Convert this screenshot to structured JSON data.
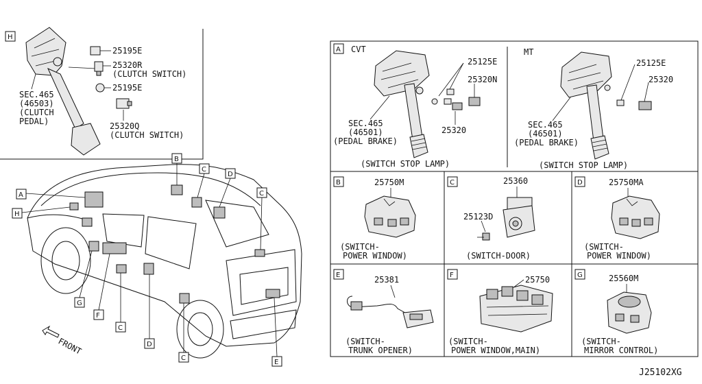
{
  "diagram_id": "J25102XG",
  "inset_h": {
    "label": "H",
    "pedal": {
      "sec": "SEC.465",
      "code": "(46503)",
      "name1": "(CLUTCH",
      "name2": "PEDAL)"
    },
    "p1": "25195E",
    "p2": "25320R",
    "p2_name": "(CLUTCH SWITCH)",
    "p3": "25195E",
    "p4": "25320Q",
    "p4_name": "(CLUTCH SWITCH)"
  },
  "vehicle": {
    "front_label": "FRONT",
    "callouts": [
      "A",
      "H",
      "B",
      "C",
      "D",
      "C",
      "G",
      "F",
      "C",
      "D",
      "C",
      "E"
    ]
  },
  "panel_a": {
    "label": "A",
    "cvt": {
      "title": "CVT",
      "p1": "25125E",
      "p2": "25320N",
      "p3": "25320",
      "sec": "SEC.465",
      "code": "(46501)",
      "name": "(PEDAL BRAKE)",
      "caption": "(SWITCH STOP LAMP)"
    },
    "mt": {
      "title": "MT",
      "p1": "25125E",
      "p2": "25320",
      "sec": "SEC.465",
      "code": "(46501)",
      "name": "(PEDAL BRAKE)",
      "caption": "(SWITCH STOP LAMP)"
    }
  },
  "panel_b": {
    "label": "B",
    "part": "25750M",
    "cap1": "(SWITCH-",
    "cap2": "POWER WINDOW)"
  },
  "panel_c": {
    "label": "C",
    "part": "25360",
    "part2": "25123D",
    "cap1": "(SWITCH-DOOR)"
  },
  "panel_d": {
    "label": "D",
    "part": "25750MA",
    "cap1": "(SWITCH-",
    "cap2": "POWER WINDOW)"
  },
  "panel_e": {
    "label": "E",
    "part": "25381",
    "cap1": "(SWITCH-",
    "cap2": "TRUNK OPENER)"
  },
  "panel_f": {
    "label": "F",
    "part": "25750",
    "cap1": "(SWITCH-",
    "cap2": "POWER WINDOW,MAIN)"
  },
  "panel_g": {
    "label": "G",
    "part": "25560M",
    "cap1": "(SWITCH-",
    "cap2": "MIRROR CONTROL)"
  }
}
